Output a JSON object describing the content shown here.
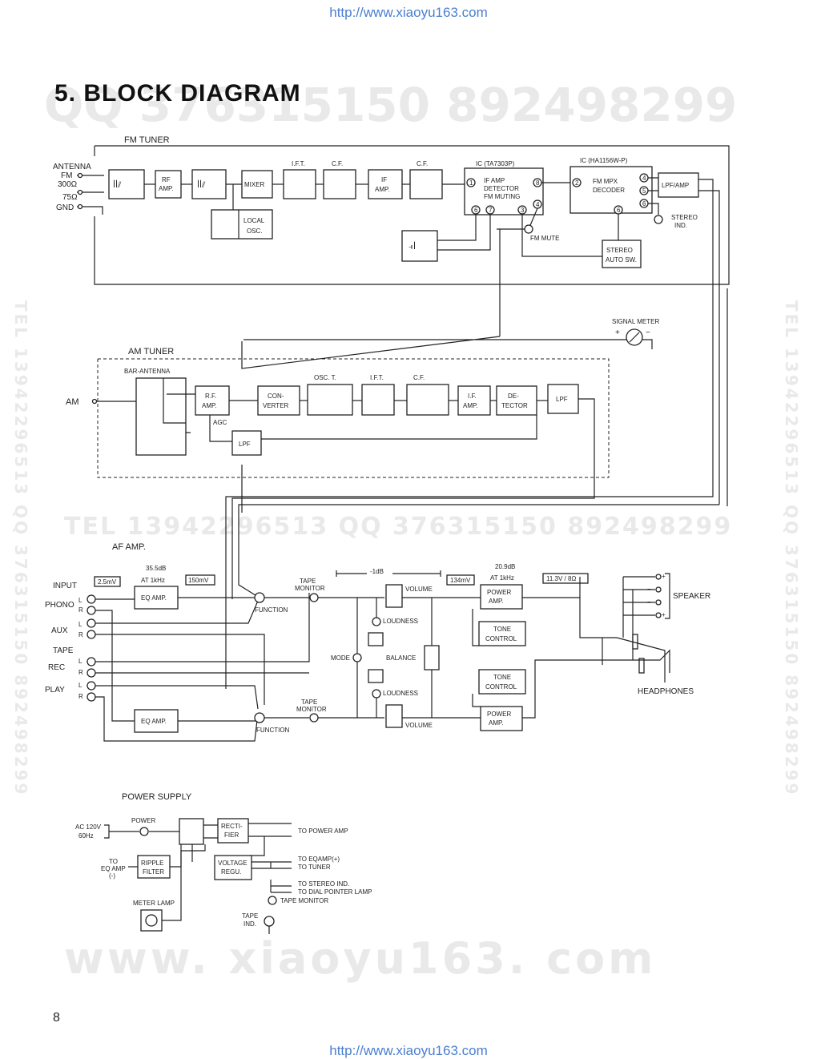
{
  "header_url": "http://www.xiaoyu163.com",
  "footer_url": "http://www.xiaoyu163.com",
  "title": "5. BLOCK DIAGRAM",
  "page_number": "8",
  "watermarks": {
    "qq_top": "QQ 376315150 892498299",
    "middle": "TEL 13942296513 QQ 376315150 892498299",
    "site": "www. xiaoyu163. com",
    "side_left": "TEL 13942296513 QQ 376315150 892498299",
    "side_right": "TEL 13942296513 QQ 376315150 892498299"
  },
  "sections": {
    "fm_tuner": "FM TUNER",
    "am_tuner": "AM TUNER",
    "af_amp": "AF AMP.",
    "power_supply": "POWER SUPPLY"
  },
  "fm": {
    "antenna": "ANTENNA",
    "fm": "FM",
    "ohm300": "300Ω",
    "ohm75": "75Ω",
    "gnd": "GND",
    "rf_amp_1": "RF",
    "rf_amp_2": "AMP.",
    "mixer": "MIXER",
    "local_osc_1": "LOCAL",
    "local_osc_2": "OSC.",
    "ift": "I.F.T.",
    "cf1": "C.F.",
    "if_amp_1": "IF",
    "if_amp_2": "AMP.",
    "cf2": "C.F.",
    "ic1_label": "IC (TA7303P)",
    "ic1_l1": "IF AMP",
    "ic1_l2": "DETECTOR",
    "ic1_l3": "FM MUTING",
    "ic2_label": "IC (HA1156W-P)",
    "ic2_l1": "FM MPX",
    "ic2_l2": "DECODER",
    "lpf_amp": "LPF/AMP",
    "stereo_ind_1": "STEREO",
    "stereo_ind_2": "IND.",
    "fm_mute": "FM MUTE",
    "stereo_sw_1": "STEREO",
    "stereo_sw_2": "AUTO SW.",
    "pins": [
      "1",
      "8",
      "6",
      "7",
      "3",
      "4",
      "2",
      "4",
      "5",
      "6",
      "6"
    ],
    "signal_meter": "SIGNAL METER",
    "plus": "+",
    "minus": "−"
  },
  "am": {
    "am": "AM",
    "bar_antenna": "BAR-ANTENNA",
    "rf_amp_1": "R.F.",
    "rf_amp_2": "AMP.",
    "agc": "AGC",
    "converter_1": "CON-",
    "converter_2": "VERTER",
    "osc_t": "OSC. T.",
    "ift": "I.F.T.",
    "cf": "C.F.",
    "if_amp_1": "I.F.",
    "if_amp_2": "AMP.",
    "detector_1": "DE-",
    "detector_2": "TECTOR",
    "lpf": "LPF",
    "lpf2": "LPF"
  },
  "af": {
    "input": "INPUT",
    "phono": "PHONO",
    "aux": "AUX",
    "tape": "TAPE",
    "rec": "REC",
    "play": "PLAY",
    "L": "L",
    "R": "R",
    "mv25": "2.5mV",
    "db355": "35.5dB",
    "at1khz": "AT 1kHz",
    "mv150": "150mV",
    "eq_amp": "EQ AMP.",
    "eq_amp2": "EQ AMP.",
    "function": "FUNCTION",
    "function2": "FUNCTION",
    "tape_monitor_1": "TAPE",
    "tape_monitor_2": "MONITOR",
    "tape_monitor2_1": "TAPE",
    "tape_monitor2_2": "MONITOR",
    "level_1db": "-1dB",
    "mv134": "134mV",
    "volume": "VOLUME",
    "volume2": "VOLUME",
    "loudness": "LOUDNESS",
    "loudness2": "LOUDNESS",
    "mode": "MODE",
    "balance": "BALANCE",
    "db209": "20.9dB",
    "at1khz2": "AT 1kHz",
    "v113": "11.3V / 8Ω",
    "power_amp_1": "POWER",
    "power_amp_2": "AMP.",
    "power_amp2_1": "POWER",
    "power_amp2_2": "AMP.",
    "tone_1": "TONE",
    "tone_2": "CONTROL",
    "tone2_1": "TONE",
    "tone2_2": "CONTROL",
    "speaker": "SPEAKER",
    "headphones": "HEADPHONES",
    "spk_pins": [
      "+",
      "−",
      "−",
      "+"
    ]
  },
  "power": {
    "ac": "AC 120V",
    "hz": "60Hz",
    "power": "POWER",
    "rectifier_1": "RECTI-",
    "rectifier_2": "FIER",
    "to_power_amp": "TO POWER AMP",
    "ripple_1": "RIPPLE",
    "ripple_2": "FILTER",
    "to_eq_1": "TO",
    "to_eq_2": "EQ AMP",
    "to_eq_3": "(-)",
    "voltage_1": "VOLTAGE",
    "voltage_2": "REGU.",
    "to_eqamp": "TO EQAMP(+)",
    "to_tuner": "TO TUNER",
    "to_stereo": "TO STEREO IND.",
    "to_dial": "TO DIAL POINTER LAMP",
    "tape_monitor": "TAPE MONITOR",
    "meter_lamp": "METER LAMP",
    "tape_ind_1": "TAPE",
    "tape_ind_2": "IND."
  }
}
